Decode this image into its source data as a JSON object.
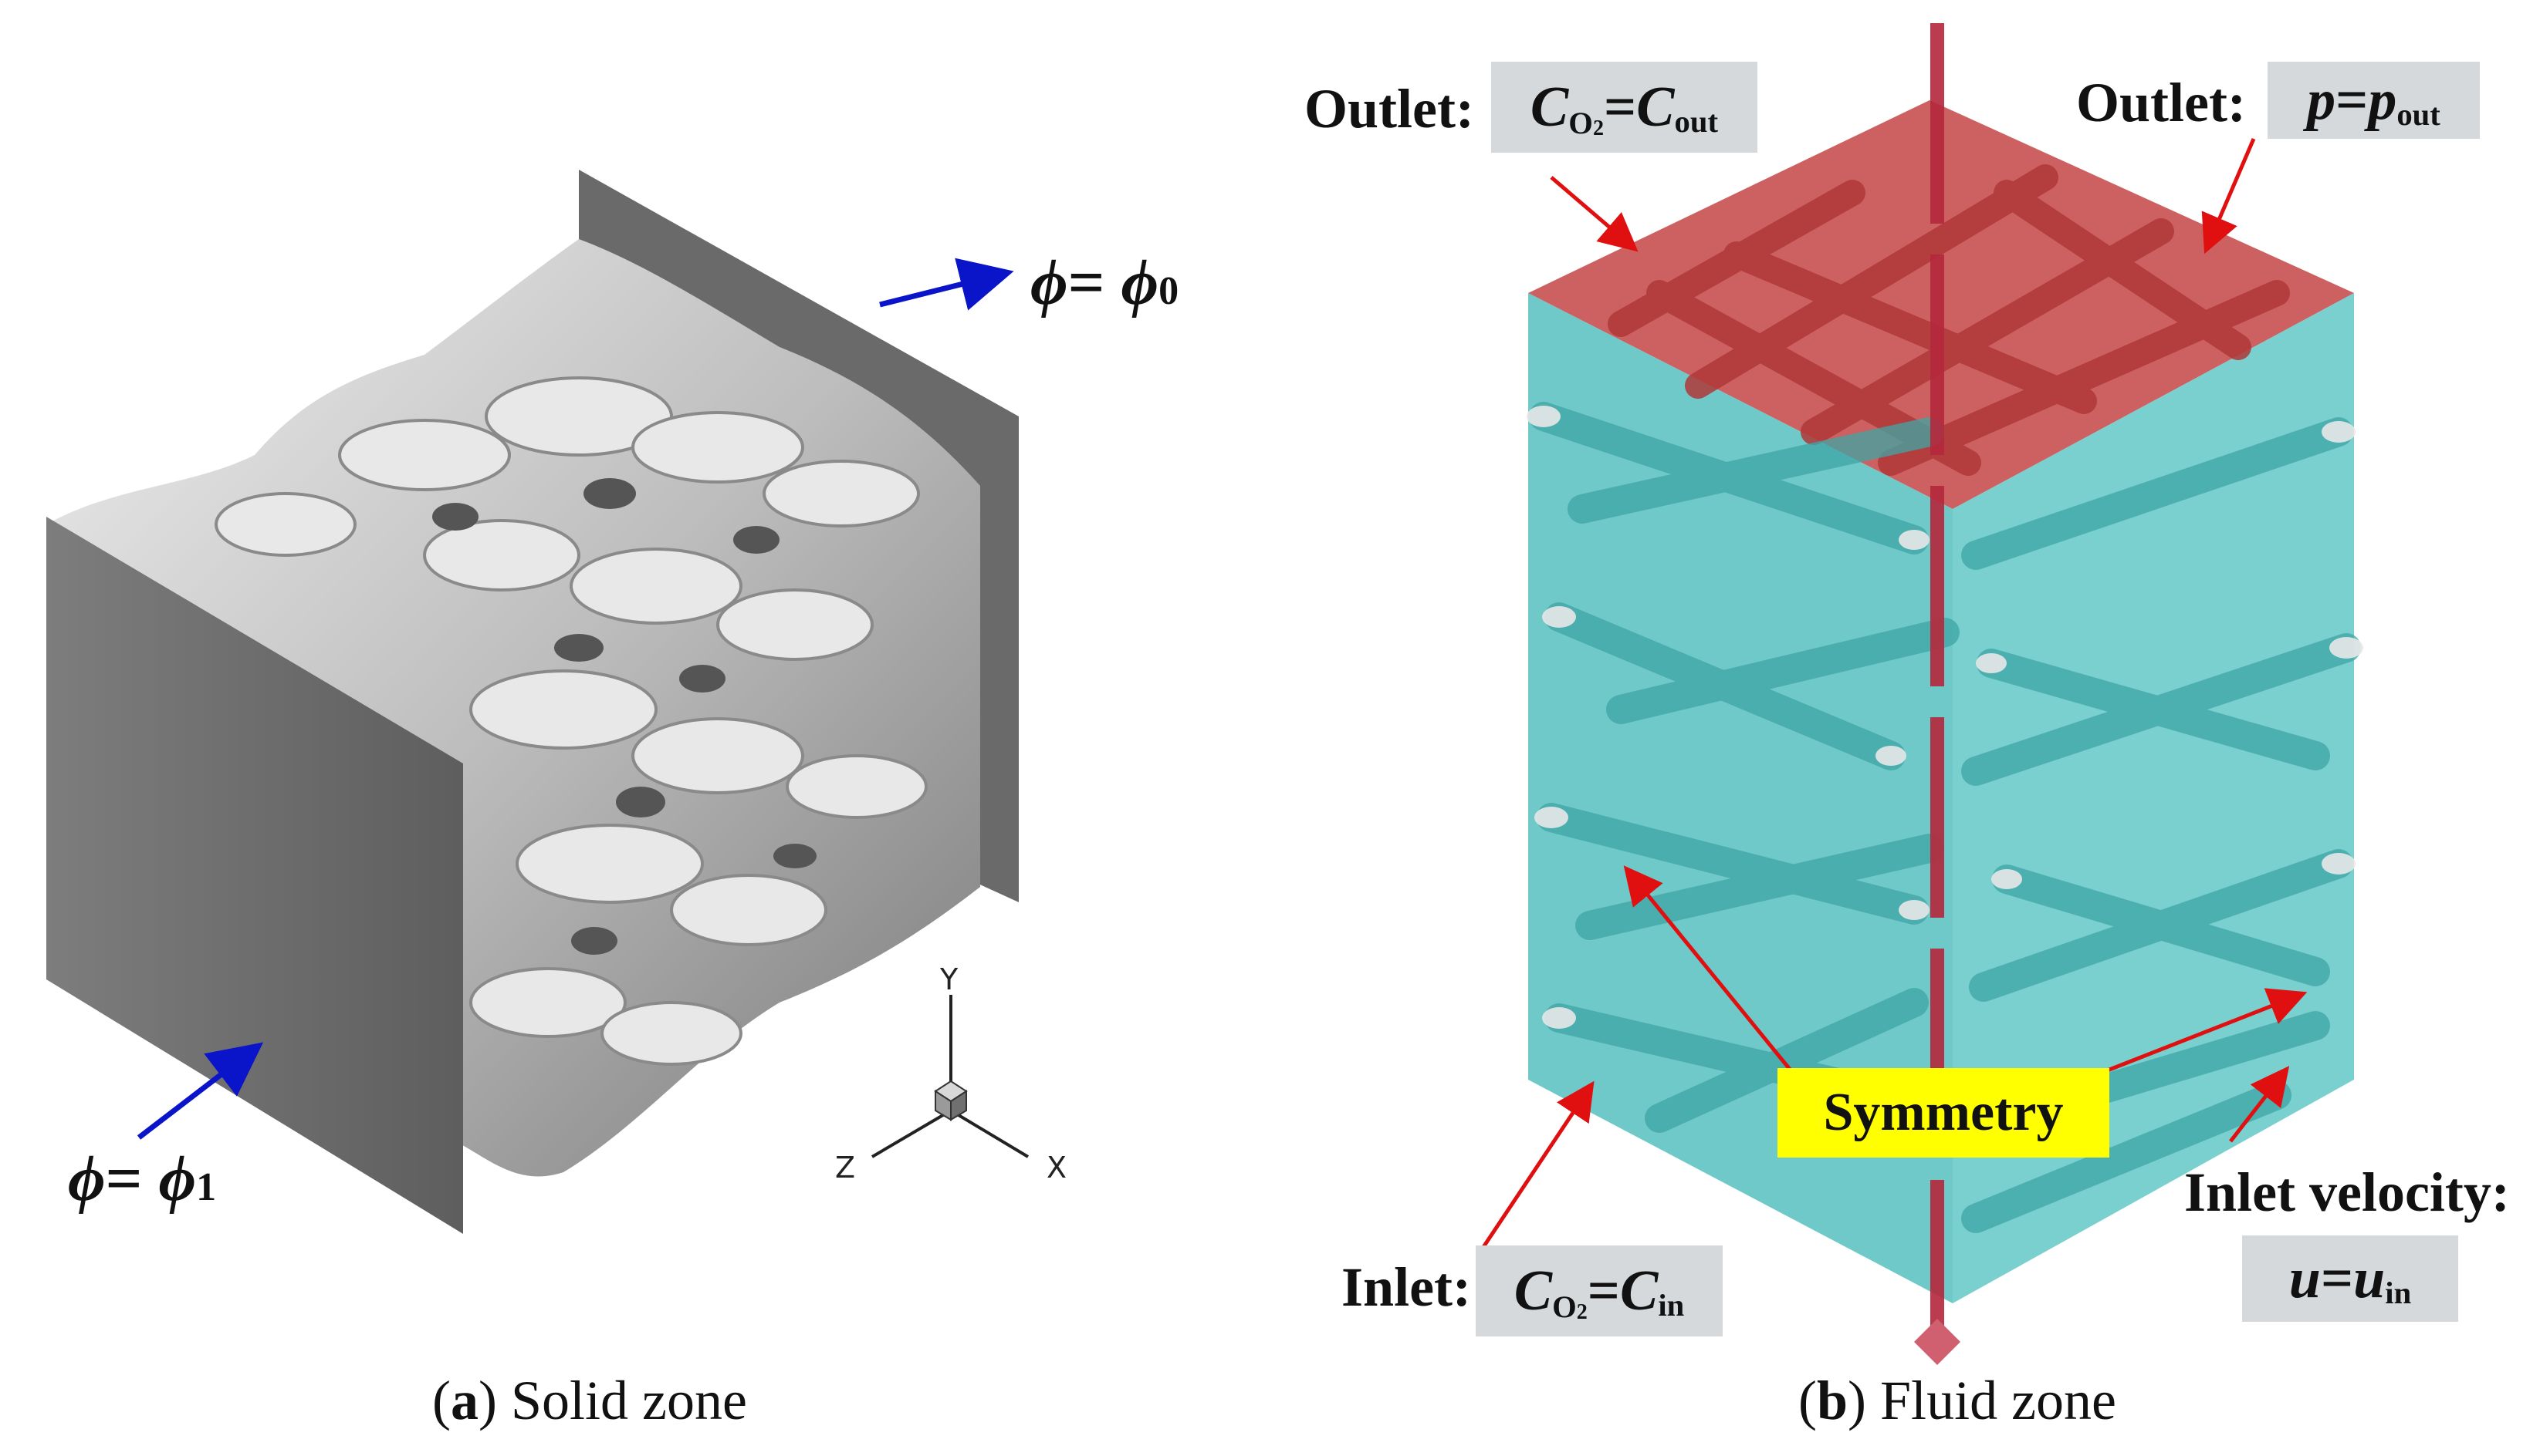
{
  "panel_a": {
    "caption_letter": "a",
    "caption_text": " Solid zone",
    "phi_top": {
      "lhs": "ϕ",
      "eq": "= ",
      "rhs": "ϕ",
      "sub": "0"
    },
    "phi_bottom": {
      "lhs": "ϕ",
      "eq": "= ",
      "rhs": "ϕ",
      "sub": "1"
    },
    "axes": {
      "y": "Y",
      "z": "Z",
      "x": "X"
    },
    "colors": {
      "wall": "#6e6e6e",
      "solid": "#c8c8c8",
      "arrow": "#0a14c8"
    }
  },
  "panel_b": {
    "caption_letter": "b",
    "caption_text": " Fluid zone",
    "outlet_left": {
      "label": "Outlet:",
      "lhs": "C",
      "lhs_sub": "O",
      "lhs_subsub": "2",
      "eq": " = ",
      "rhs": "C",
      "rhs_sub": "out"
    },
    "outlet_right": {
      "label": "Outlet:",
      "lhs": "p",
      "eq": " = ",
      "rhs": "p",
      "rhs_sub": "out"
    },
    "symmetry": "Symmetry",
    "inlet_left": {
      "label": "Inlet:",
      "lhs": "C",
      "lhs_sub": "O",
      "lhs_subsub": "2",
      "eq": " = ",
      "rhs": "C",
      "rhs_sub": "in"
    },
    "inlet_right": {
      "label": "Inlet velocity:",
      "lhs": "u",
      "eq": " = ",
      "rhs": "u",
      "rhs_sub": "in"
    },
    "colors": {
      "fluid": "#5fc3c3",
      "outlet_face": "#c85050",
      "symmetry_line": "#b4283c",
      "arrow": "#e01010",
      "box": "#d5d9dc",
      "highlight": "#ffff00"
    }
  }
}
